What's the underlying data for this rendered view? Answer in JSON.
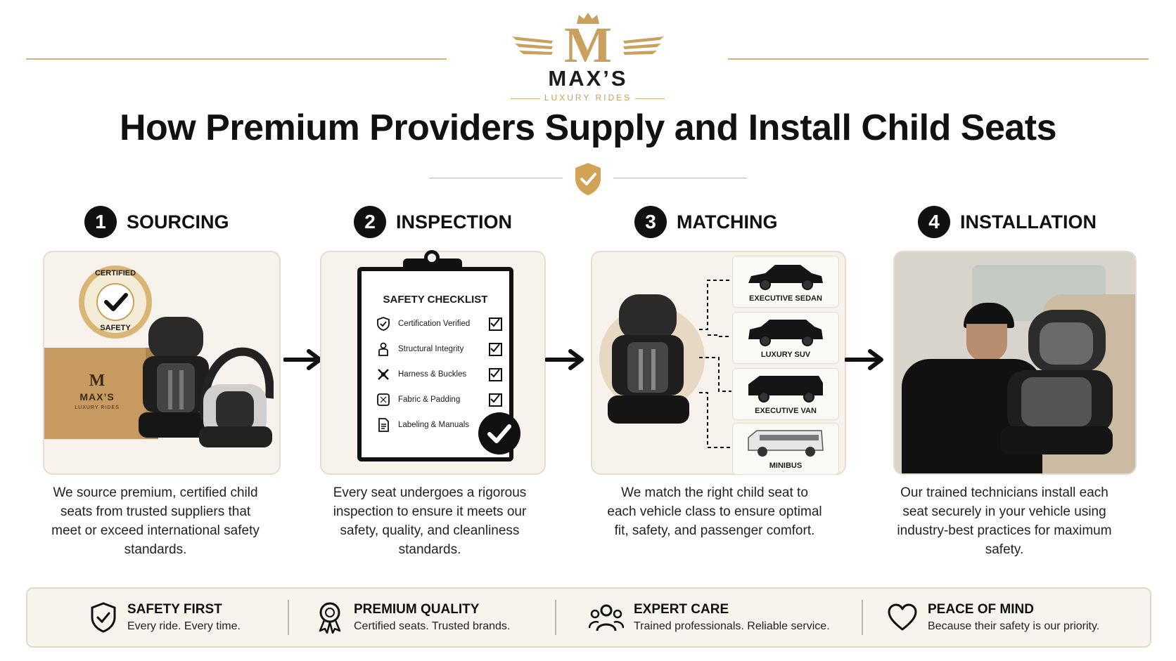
{
  "brand": {
    "monogram": "M",
    "name": "MAX’S",
    "tagline": "LUXURY RIDES",
    "gold": "#c9a05c"
  },
  "title": "How Premium Providers Supply and Install Child Seats",
  "steps": [
    {
      "number": "1",
      "title": "SOURCING",
      "description": "We source premium, certified child seats from trusted suppliers that meet or exceed international safety standards.",
      "badge_top": "CERTIFIED",
      "badge_bottom": "SAFETY",
      "box_brand": "MAX’S",
      "box_sub": "LUXURY RIDES"
    },
    {
      "number": "2",
      "title": "INSPECTION",
      "description": "Every seat undergoes a rigorous inspection to ensure it meets our safety, quality, and cleanliness standards.",
      "checklist_title": "SAFETY CHECKLIST",
      "checklist": [
        {
          "label": "Certification Verified",
          "icon": "shield-icon"
        },
        {
          "label": "Structural Integrity",
          "icon": "seat-icon"
        },
        {
          "label": "Harness & Buckles",
          "icon": "buckle-icon"
        },
        {
          "label": "Fabric & Padding",
          "icon": "fabric-icon"
        },
        {
          "label": "Labeling & Manuals",
          "icon": "document-icon"
        }
      ]
    },
    {
      "number": "3",
      "title": "MATCHING",
      "description": "We match the right child seat to each vehicle class to ensure optimal fit, safety, and passenger comfort.",
      "vehicles": [
        "EXECUTIVE SEDAN",
        "LUXURY SUV",
        "EXECUTIVE VAN",
        "MINIBUS"
      ]
    },
    {
      "number": "4",
      "title": "INSTALLATION",
      "description": "Our trained technicians install each seat securely in your vehicle using industry-best practices for maximum safety."
    }
  ],
  "features": [
    {
      "title": "SAFETY FIRST",
      "subtitle": "Every ride. Every time.",
      "icon": "shield-check-icon"
    },
    {
      "title": "PREMIUM QUALITY",
      "subtitle": "Certified seats. Trusted brands.",
      "icon": "award-ribbon-icon"
    },
    {
      "title": "EXPERT CARE",
      "subtitle": "Trained professionals. Reliable service.",
      "icon": "team-icon"
    },
    {
      "title": "PEACE OF MIND",
      "subtitle": "Because their safety is our priority.",
      "icon": "heart-icon"
    }
  ]
}
